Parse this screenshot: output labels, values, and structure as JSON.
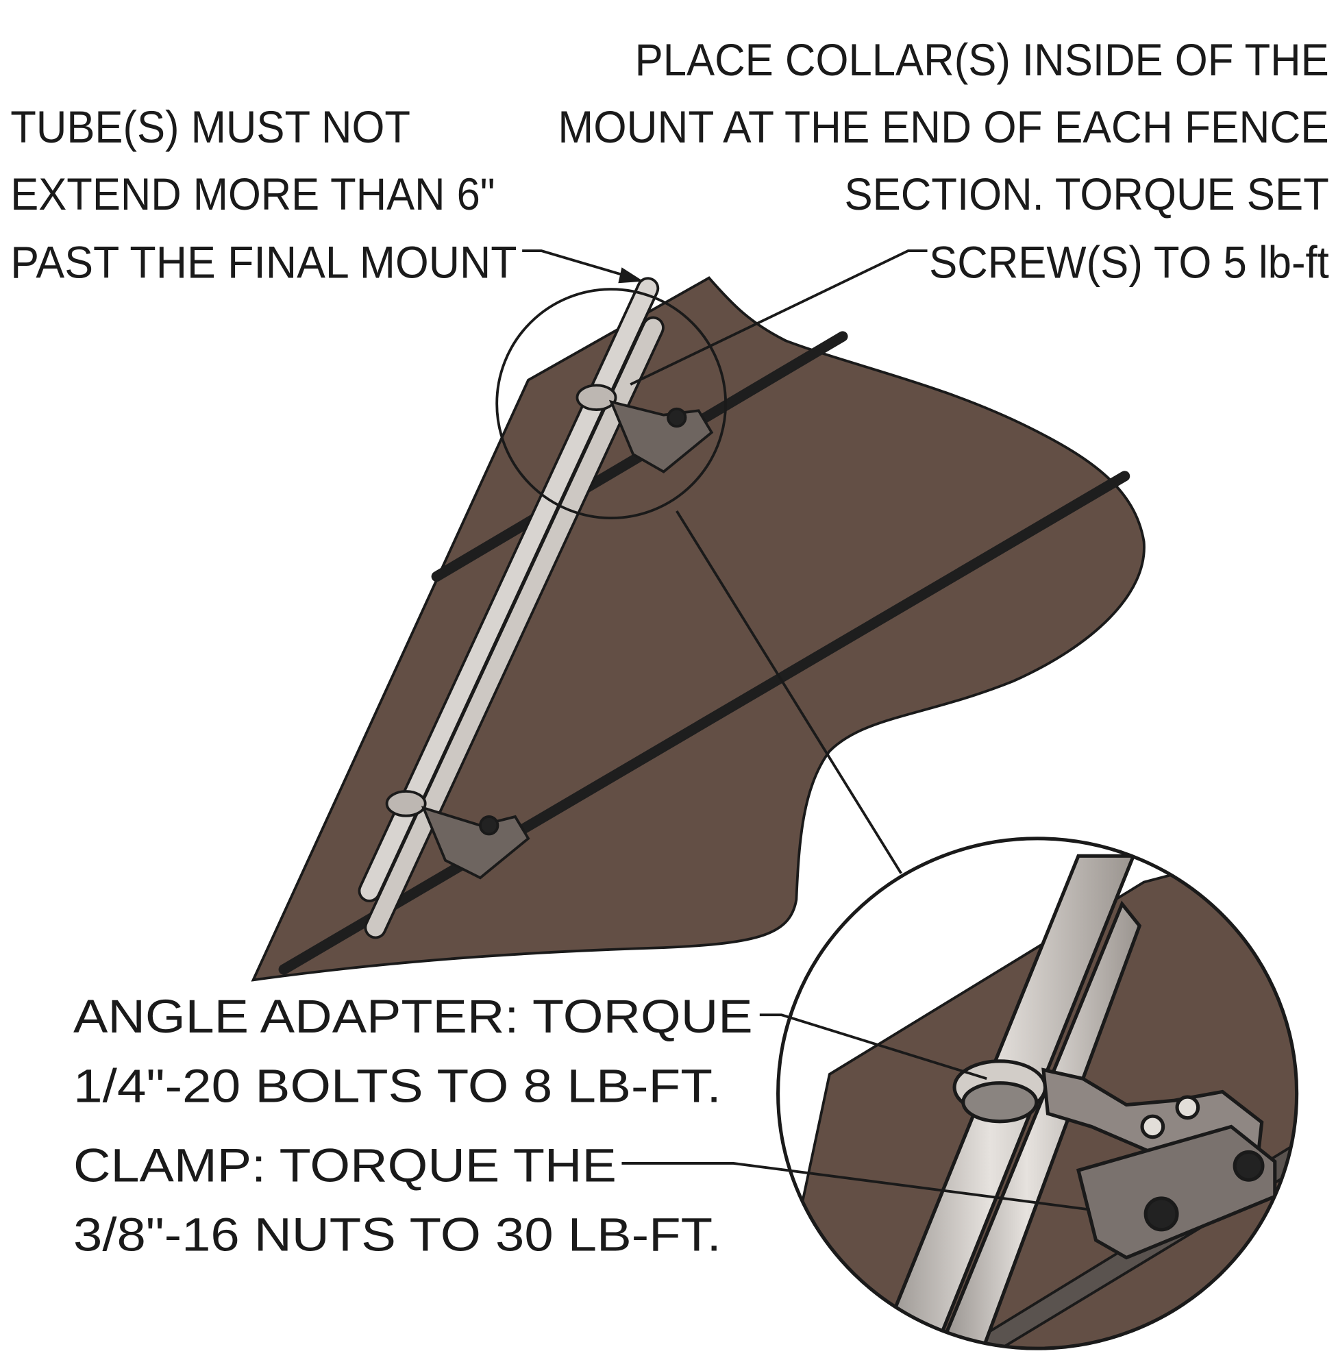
{
  "notes": {
    "tube_extension": [
      "TUBE(S) MUST NOT",
      "EXTEND MORE THAN 6\"",
      "PAST THE FINAL MOUNT"
    ],
    "collar": [
      "PLACE COLLAR(S) INSIDE OF THE",
      "MOUNT AT THE END OF EACH FENCE",
      "SECTION. TORQUE SET",
      "SCREW(S) TO 5 lb-ft"
    ],
    "angle_adapter": [
      "ANGLE ADAPTER: TORQUE",
      "1/4\"-20 BOLTS TO 8 LB-FT."
    ],
    "clamp": [
      "CLAMP: TORQUE THE",
      "3/8\"-16 NUTS TO 30 LB-FT."
    ]
  },
  "colors": {
    "panel": "#634f45",
    "tube": "#cdc8c3",
    "outline": "#1a1a1a",
    "rail": "#1e1e1e"
  }
}
